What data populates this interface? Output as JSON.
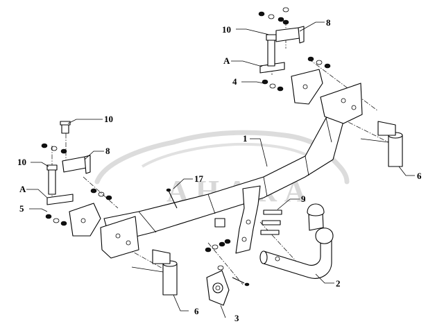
{
  "watermark": {
    "brand": "АНАКА"
  },
  "callouts": {
    "c1": "1",
    "c2": "2",
    "c3": "3",
    "c4": "4",
    "c5": "5",
    "c6_right": "6",
    "c6_bottom": "6",
    "c8_top": "8",
    "c8_left": "8",
    "c9": "9",
    "c10_top": "10",
    "c10_mid": "10",
    "c10_left": "10",
    "c17": "17",
    "cA_top": "A",
    "cA_left": "A"
  }
}
